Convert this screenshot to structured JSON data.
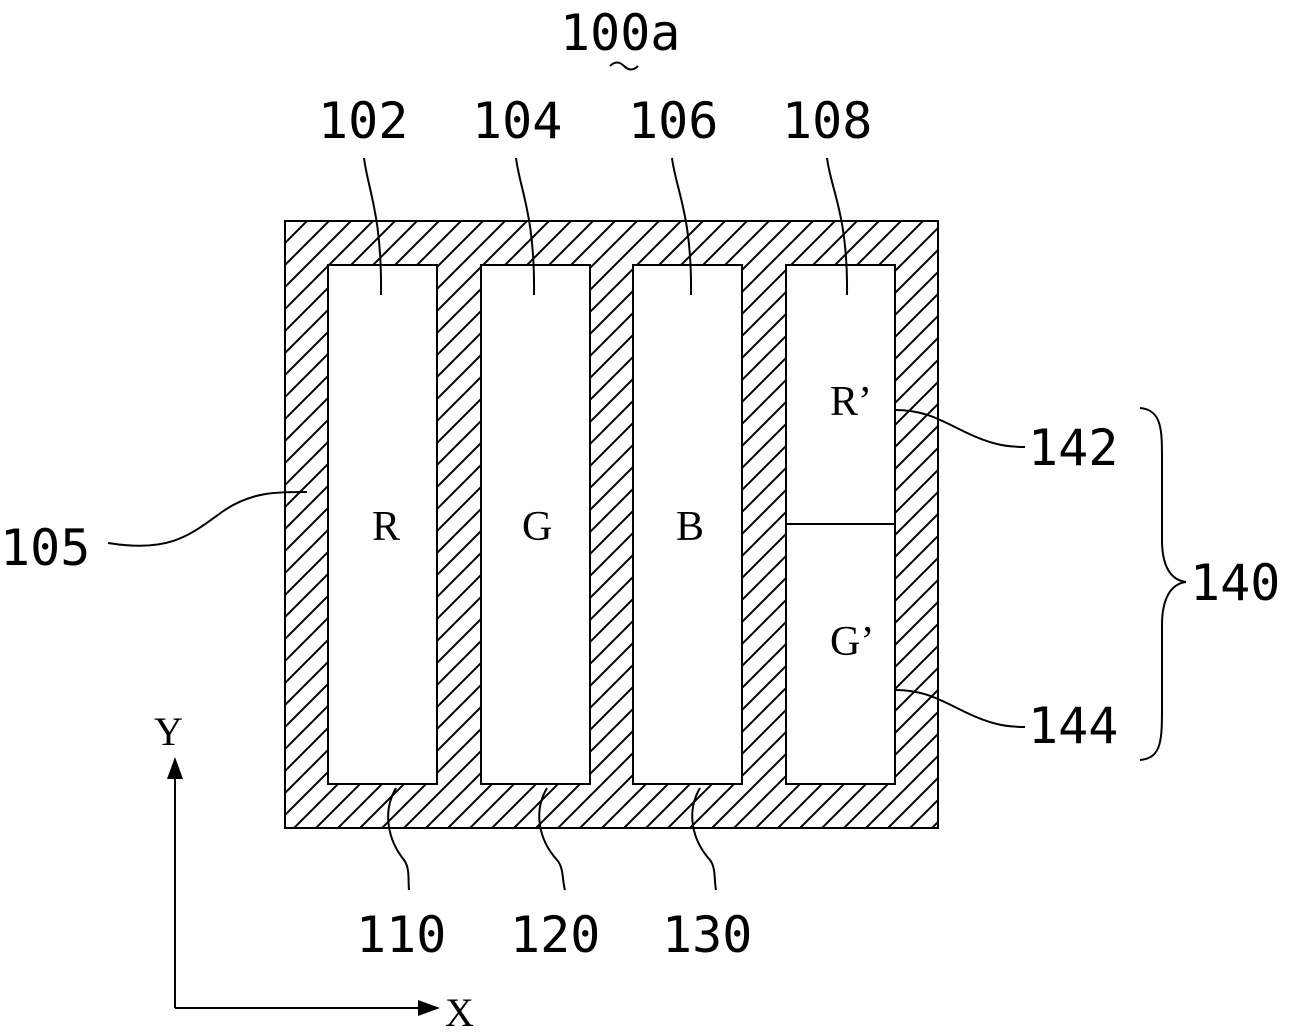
{
  "figure_label": "100a",
  "stripe_refs": [
    "102",
    "104",
    "106",
    "108"
  ],
  "matrix_ref": "105",
  "bottom_refs": [
    "110",
    "120",
    "130"
  ],
  "subpixel_refs": [
    "142",
    "144"
  ],
  "group_ref": "140",
  "cells": {
    "r": "R",
    "g": "G",
    "b": "B",
    "r_prime": "R’",
    "g_prime": "G’"
  },
  "axes": {
    "x": "X",
    "y": "Y"
  },
  "colors": {
    "line": "#000000",
    "background": "#ffffff"
  }
}
